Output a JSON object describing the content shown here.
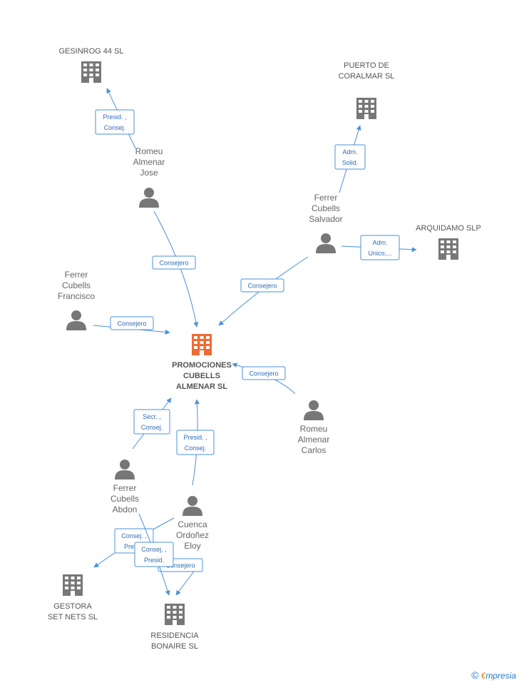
{
  "colors": {
    "edge": "#4a90d9",
    "company": "#777777",
    "main_company": "#f06a35",
    "person": "#777777"
  },
  "companies": [
    {
      "id": "gesinrog",
      "lines": [
        "GESINROG 44 SL"
      ],
      "main": false
    },
    {
      "id": "puerto",
      "lines": [
        "PUERTO DE",
        "CORALMAR SL"
      ],
      "main": false
    },
    {
      "id": "arquidamo",
      "lines": [
        "ARQUIDAMO SLP"
      ],
      "main": false
    },
    {
      "id": "promociones",
      "lines": [
        "PROMOCIONES",
        "CUBELLS",
        "ALMENAR SL"
      ],
      "main": true
    },
    {
      "id": "gestora",
      "lines": [
        "GESTORA",
        "SET NETS SL"
      ],
      "main": false
    },
    {
      "id": "residencia",
      "lines": [
        "RESIDENCIA",
        "BONAIRE SL"
      ],
      "main": false
    }
  ],
  "persons": [
    {
      "id": "romeu_jose",
      "lines": [
        "Romeu",
        "Almenar",
        "Jose"
      ]
    },
    {
      "id": "ferrer_salvador",
      "lines": [
        "Ferrer",
        "Cubells",
        "Salvador"
      ]
    },
    {
      "id": "ferrer_francisco",
      "lines": [
        "Ferrer",
        "Cubells",
        "Francisco"
      ]
    },
    {
      "id": "romeu_carlos",
      "lines": [
        "Romeu",
        "Almenar",
        "Carlos"
      ]
    },
    {
      "id": "ferrer_abdon",
      "lines": [
        "Ferrer",
        "Cubells",
        "Abdon"
      ]
    },
    {
      "id": "cuenca_eloy",
      "lines": [
        "Cuenca",
        "Ordoñez",
        "Eloy"
      ]
    }
  ],
  "edges": [
    {
      "id": "e1",
      "lines": [
        "Presid. ,",
        "Consej."
      ]
    },
    {
      "id": "e2",
      "lines": [
        "Adm.",
        "Solid."
      ]
    },
    {
      "id": "e3",
      "lines": [
        "Adm.",
        "Unico,..."
      ]
    },
    {
      "id": "e4",
      "lines": [
        "Consejero"
      ]
    },
    {
      "id": "e5",
      "lines": [
        "Consejero"
      ]
    },
    {
      "id": "e6",
      "lines": [
        "Consejero"
      ]
    },
    {
      "id": "e7",
      "lines": [
        "Consejero"
      ]
    },
    {
      "id": "e8",
      "lines": [
        "Secr. ,",
        "Consej."
      ]
    },
    {
      "id": "e9",
      "lines": [
        "Presid. ,",
        "Consej."
      ]
    },
    {
      "id": "e10",
      "lines": [
        "Consej. ,",
        "Presid."
      ]
    },
    {
      "id": "e11",
      "lines": [
        "Consejero"
      ]
    },
    {
      "id": "e12",
      "lines": [
        "Consej. ,",
        "Presid."
      ]
    }
  ],
  "brand": {
    "symbol": "©",
    "initial": "€",
    "rest": "mpresia"
  }
}
